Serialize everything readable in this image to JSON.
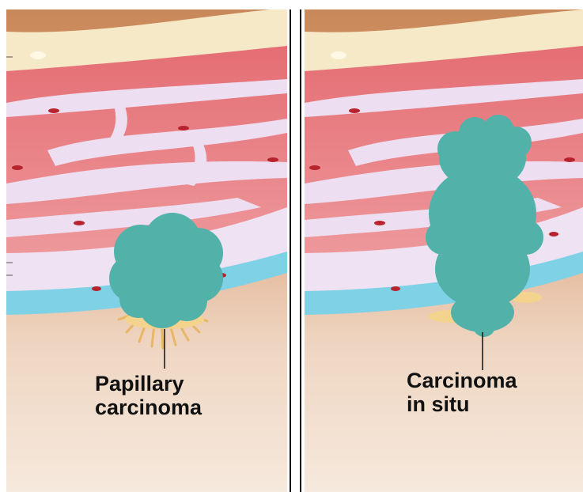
{
  "figure": {
    "panels": [
      {
        "id": "left",
        "label_lines": [
          "Papillary",
          "carcinoma"
        ]
      },
      {
        "id": "right",
        "label_lines": [
          "Carcinoma",
          "in situ"
        ]
      }
    ]
  },
  "colors": {
    "skin_top": "#f6e9c7",
    "muscle": "#e8848a",
    "muscle_dark": "#d45f67",
    "connective": "#eddff1",
    "lining": "#7fd1e6",
    "deep_tissue": "#d79a6e",
    "lumen": "#f2dfcd",
    "tumor": "#52b2aa",
    "papillae": "#f3d38d",
    "divider": "#111111",
    "vessel": "#b8242e"
  }
}
